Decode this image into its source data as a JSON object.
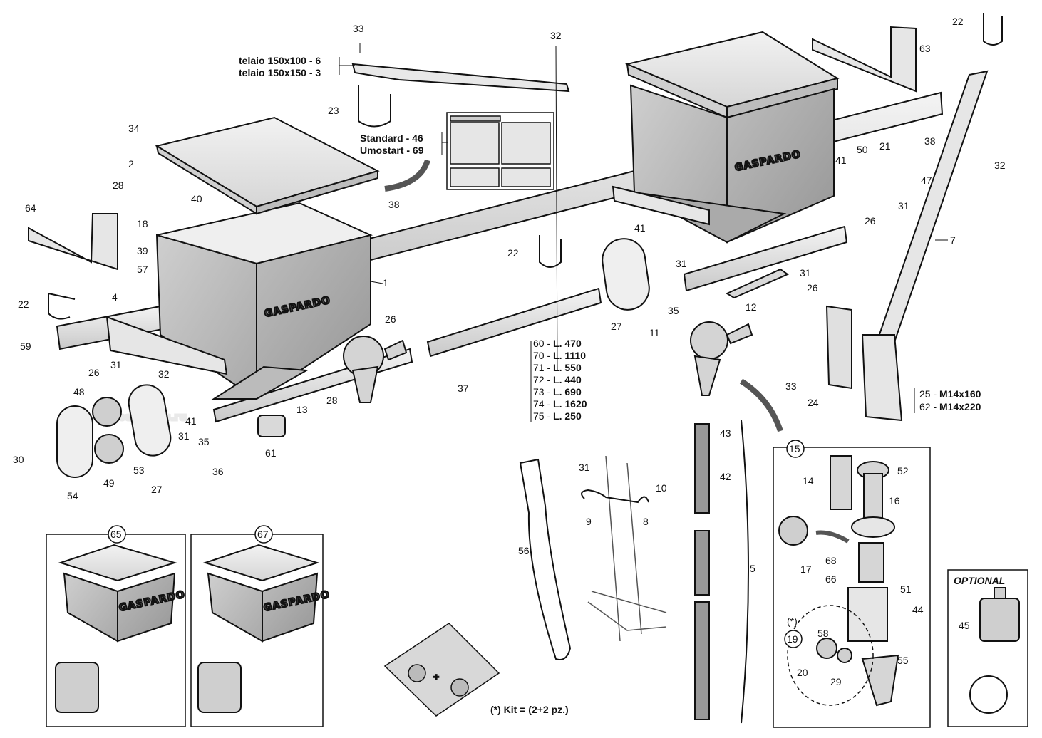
{
  "brand": "GASPARDO",
  "watermark": "agroat-parts.ru",
  "callouts": {
    "c1": "1",
    "c2": "2",
    "c4": "4",
    "c5": "5",
    "c7": "7",
    "c8": "8",
    "c9": "9",
    "c10": "10",
    "c11": "11",
    "c12": "12",
    "c13": "13",
    "c14": "14",
    "c16": "16",
    "c17": "17",
    "c18": "18",
    "c20": "20",
    "c21": "21",
    "c22a": "22",
    "c22b": "22",
    "c22c": "22",
    "c23": "23",
    "c24": "24",
    "c26a": "26",
    "c26b": "26",
    "c26c": "26",
    "c26d": "26",
    "c27a": "27",
    "c27b": "27",
    "c28a": "28",
    "c28b": "28",
    "c29": "29",
    "c30": "30",
    "c31a": "31",
    "c31b": "31",
    "c31c": "31",
    "c31d": "31",
    "c31e": "31",
    "c31f": "31",
    "c32a": "32",
    "c32b": "32",
    "c32c": "32",
    "c33a": "33",
    "c33b": "33",
    "c34": "34",
    "c35a": "35",
    "c35b": "35",
    "c36": "36",
    "c37": "37",
    "c38a": "38",
    "c38b": "38",
    "c39": "39",
    "c40": "40",
    "c41a": "41",
    "c41b": "41",
    "c41c": "41",
    "c42": "42",
    "c43": "43",
    "c44": "44",
    "c45": "45",
    "c47": "47",
    "c48": "48",
    "c49": "49",
    "c50": "50",
    "c51": "51",
    "c52": "52",
    "c53": "53",
    "c54": "54",
    "c55": "55",
    "c56": "56",
    "c57": "57",
    "c58": "58",
    "c59": "59",
    "c61": "61",
    "c63": "63",
    "c64": "64",
    "c66": "66",
    "c68": "68"
  },
  "circled": {
    "k15": "15",
    "k19": "19",
    "k65": "65",
    "k67": "67"
  },
  "frame_labels": [
    {
      "name": "telaio 150x100",
      "code": "6"
    },
    {
      "name": "telaio 150x150",
      "code": "3"
    }
  ],
  "plate_labels": [
    {
      "name": "Standard",
      "code": "46"
    },
    {
      "name": "Umostart",
      "code": "69"
    }
  ],
  "shaft_lengths": [
    {
      "code": "60",
      "length": "470"
    },
    {
      "code": "70",
      "length": "1110"
    },
    {
      "code": "71",
      "length": "550"
    },
    {
      "code": "72",
      "length": "440"
    },
    {
      "code": "73",
      "length": "690"
    },
    {
      "code": "74",
      "length": "1620"
    },
    {
      "code": "75",
      "length": "250"
    }
  ],
  "bolt_sizes": [
    {
      "code": "25",
      "size": "M14x160"
    },
    {
      "code": "62",
      "size": "M14x220"
    }
  ],
  "optional_label": "OPTIONAL",
  "kit_star": "(*)",
  "kit_note": "(*) Kit = (2+2 pz.)"
}
